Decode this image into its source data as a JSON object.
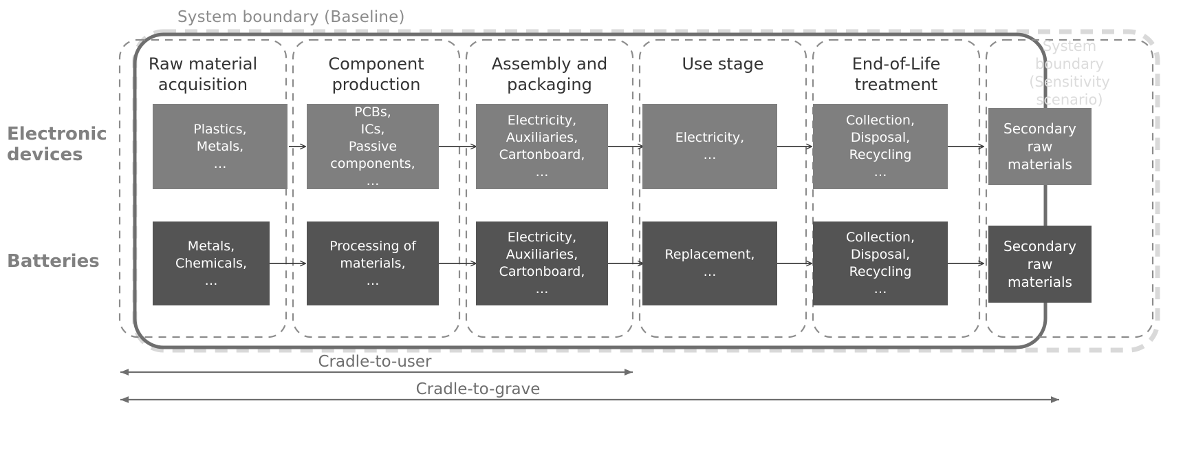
{
  "diagram": {
    "title_main_boundary": "System boundary (Baseline)",
    "title_sensitivity_boundary": "System boundary (Sensitivity scenario)",
    "colors": {
      "row_light": "#7f7f7f",
      "row_dark": "#545454",
      "boundary_main": "#6e6e6e",
      "boundary_sensitivity": "#d9d9d9",
      "column_dash": "#8c8c8c",
      "row_label": "#808080",
      "column_title": "#333333"
    },
    "rows": [
      {
        "key": "electronic-devices",
        "label": "Electronic\ndevices",
        "shade": "light"
      },
      {
        "key": "batteries",
        "label": "Batteries",
        "shade": "dark"
      }
    ],
    "columns": [
      {
        "key": "raw-material-acquisition",
        "title": "Raw material\nacquisition",
        "cells": {
          "electronic-devices": "Plastics,\nMetals,\n…",
          "batteries": "Metals,\nChemicals,\n…"
        }
      },
      {
        "key": "component-production",
        "title": "Component\nproduction",
        "cells": {
          "electronic-devices": "PCBs,\nICs,\nPassive\ncomponents,\n…",
          "batteries": "Processing of\nmaterials,\n…"
        }
      },
      {
        "key": "assembly-and-packaging",
        "title": "Assembly and\npackaging",
        "cells": {
          "electronic-devices": "Electricity,\nAuxiliaries,\nCartonboard,\n…",
          "batteries": "Electricity,\nAuxiliaries,\nCartonboard,\n…"
        }
      },
      {
        "key": "use-stage",
        "title": "Use stage",
        "cells": {
          "electronic-devices": "Electricity,\n…",
          "batteries": "Replacement,\n…"
        }
      },
      {
        "key": "end-of-life-treatment",
        "title": "End-of-Life\ntreatment",
        "cells": {
          "electronic-devices": "Collection,\nDisposal,\nRecycling\n…",
          "batteries": "Collection,\nDisposal,\nRecycling\n…"
        }
      }
    ],
    "secondary_outputs": {
      "electronic-devices": "Secondary\nraw\nmaterials",
      "batteries": "Secondary\nraw\nmaterials"
    },
    "span_arrows": [
      {
        "key": "cradle-to-user",
        "label": "Cradle-to-user"
      },
      {
        "key": "cradle-to-grave",
        "label": "Cradle-to-grave"
      }
    ]
  }
}
